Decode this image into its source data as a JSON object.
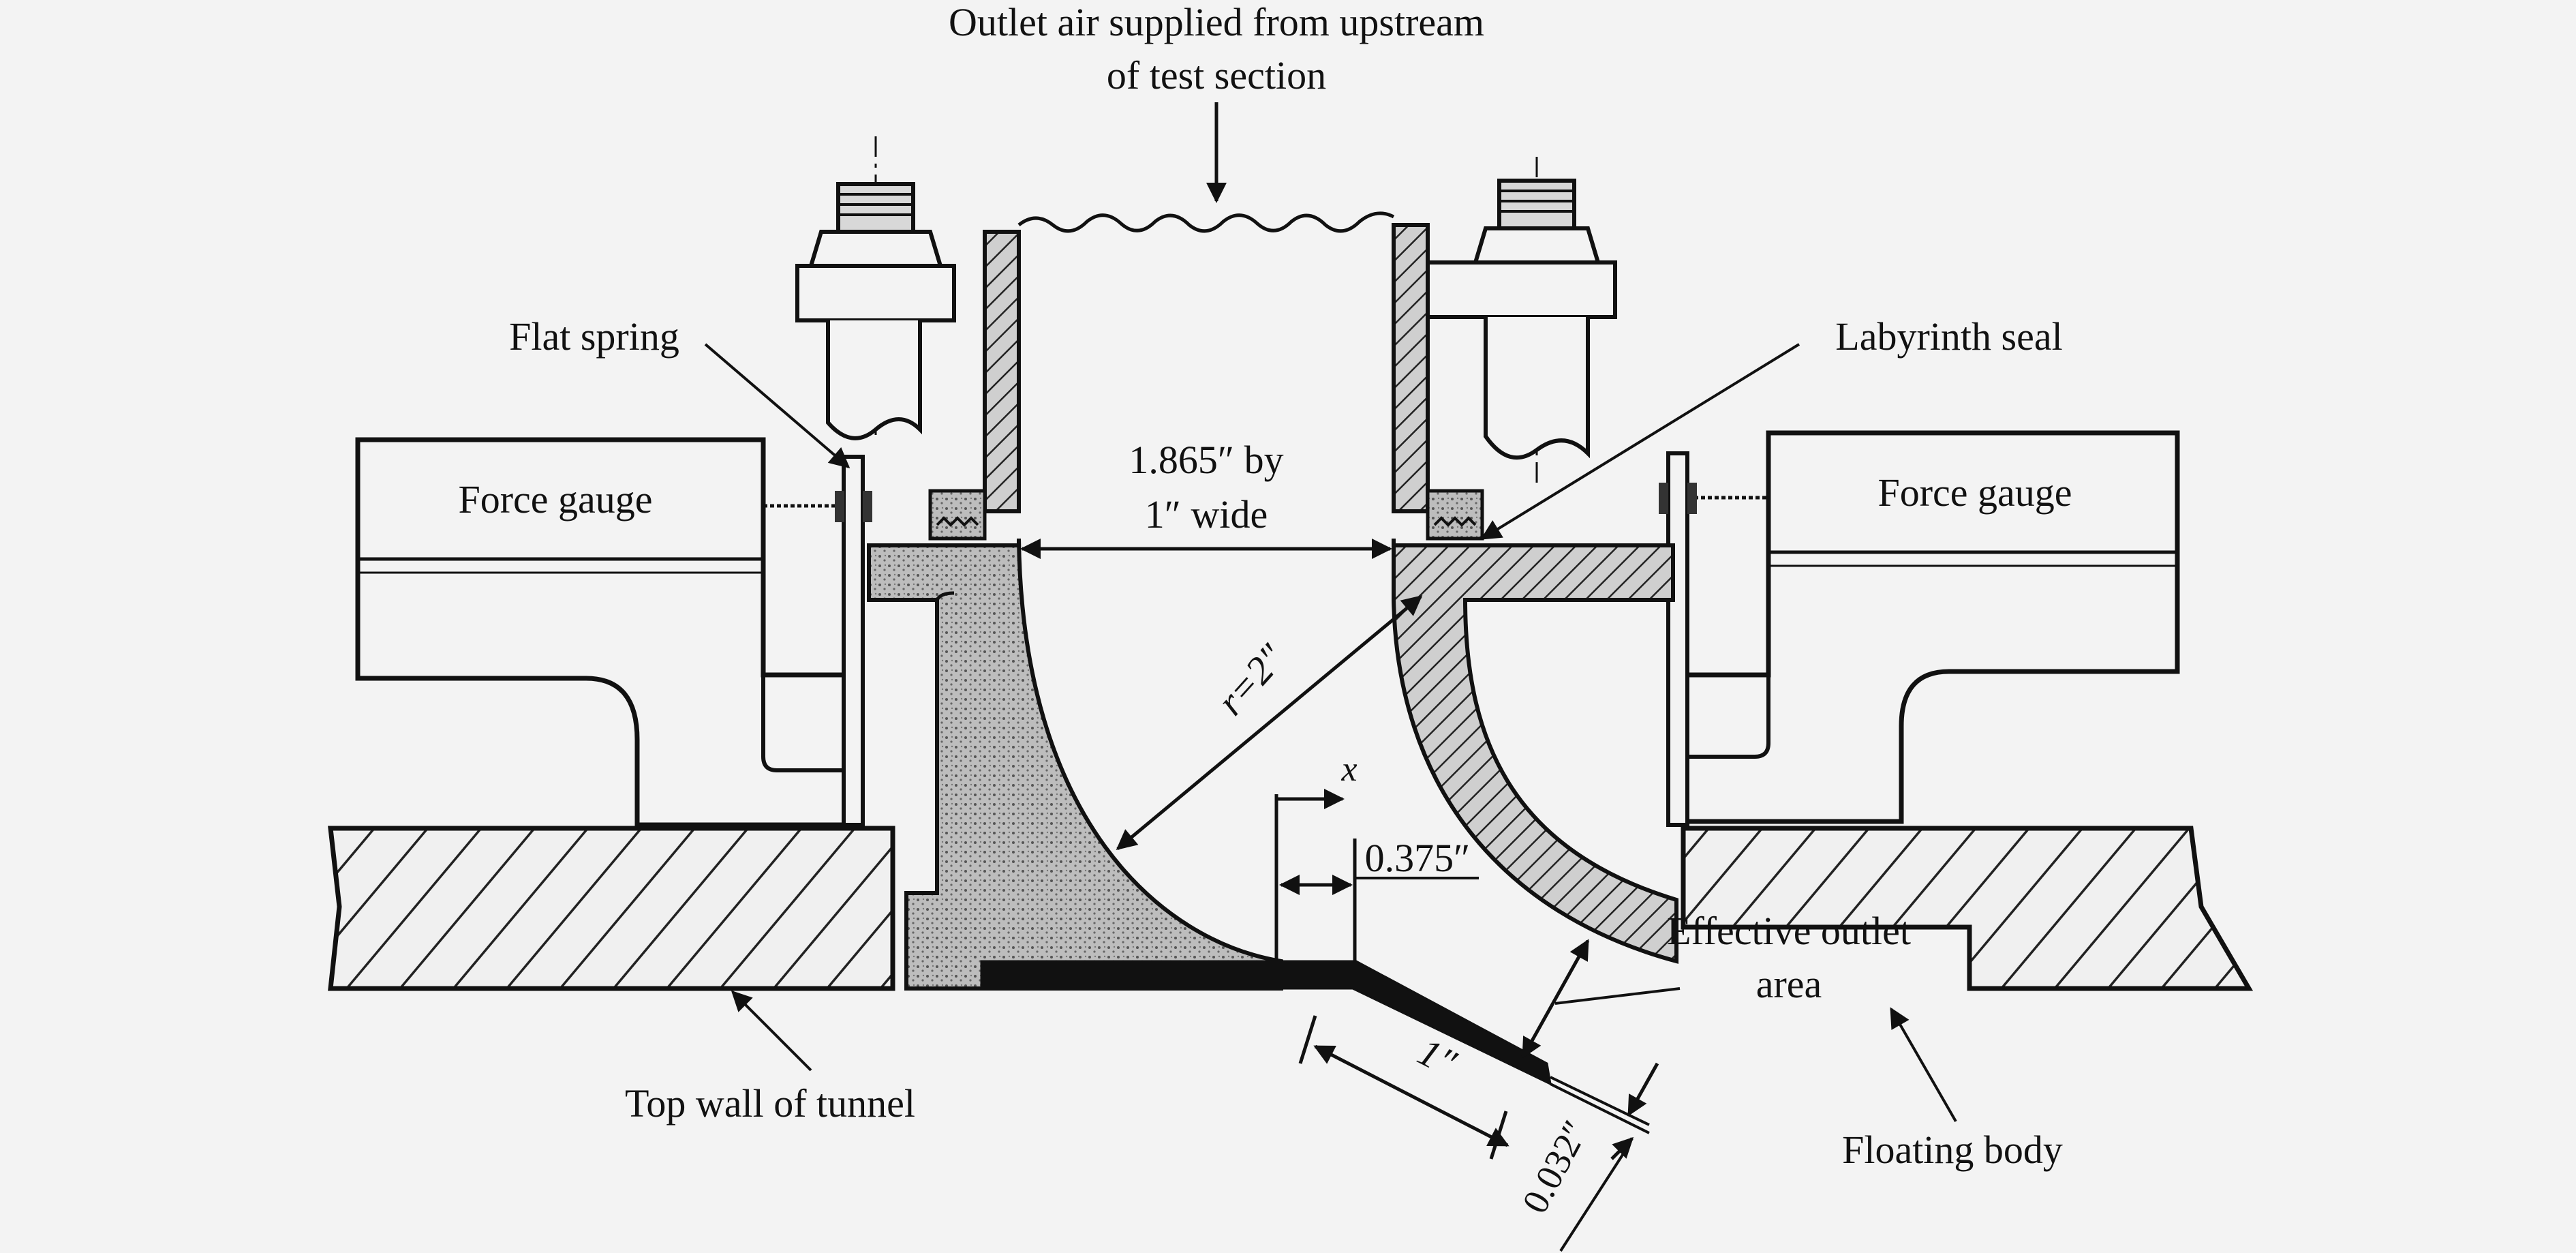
{
  "labels": {
    "outlet_air_line1": "Outlet air supplied from upstream",
    "outlet_air_line2": "of test section",
    "flat_spring": "Flat spring",
    "labyrinth_seal": "Labyrinth seal",
    "force_gauge_left": "Force gauge",
    "force_gauge_right": "Force gauge",
    "dim_width_line1": "1.865″ by",
    "dim_width_line2": "1″ wide",
    "radius": "r=2″",
    "x_axis": "x",
    "dim_0375": "0.375″",
    "dim_1in": "1″",
    "dim_0032": "0.032″",
    "effective_outlet_line1": "Effective outlet",
    "effective_outlet_line2": "area",
    "top_wall": "Top wall of tunnel",
    "floating_body": "Floating body"
  },
  "colors": {
    "background": "#f3f3f3",
    "ink": "#111111",
    "hatch_fill": "#d2d2d2"
  }
}
